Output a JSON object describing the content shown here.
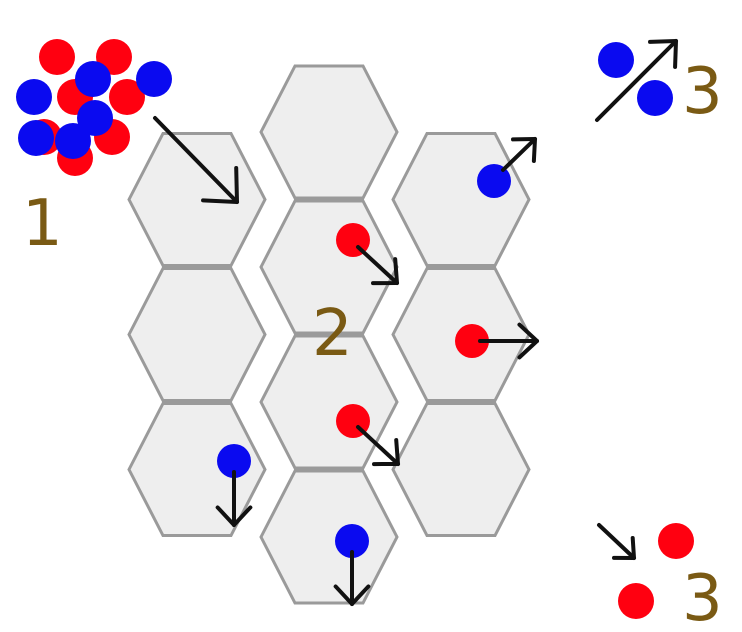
{
  "diagram": {
    "labels": {
      "step1": "1",
      "step2": "2",
      "step3_top": "3",
      "step3_bottom": "3"
    },
    "colors": {
      "hex_fill": "#eeeeee",
      "hex_stroke": "#9a9a9a",
      "red_particle": "#ff0010",
      "blue_particle": "#0a0af0",
      "arrow": "#111111",
      "label": "#7a5a14"
    },
    "hexagons": [
      {
        "row": 0,
        "col": 1,
        "particle": null
      },
      {
        "row": 1,
        "col": 0,
        "particle": null
      },
      {
        "row": 1,
        "col": 2,
        "particle": "blue"
      },
      {
        "row": 2,
        "col": 1,
        "particle": "red"
      },
      {
        "row": 3,
        "col": 0,
        "particle": null
      },
      {
        "row": 3,
        "col": 2,
        "particle": "red"
      },
      {
        "row": 4,
        "col": 1,
        "particle": "red"
      },
      {
        "row": 5,
        "col": 0,
        "particle": "blue"
      },
      {
        "row": 5,
        "col": 2,
        "particle": null
      },
      {
        "row": 6,
        "col": 1,
        "particle": "blue"
      }
    ],
    "arrow_directions": {
      "initial": "down-right",
      "hex_blue_top": "up-right",
      "hex_red_upper": "down-right",
      "hex_red_right": "right",
      "hex_red_lower": "down-right",
      "hex_blue_left": "down",
      "hex_blue_bottom": "down",
      "exit_top": "up-right",
      "exit_bottom": "down-right"
    },
    "outgoing_particles": {
      "top_right": [
        "blue",
        "blue"
      ],
      "bottom_right": [
        "red",
        "red"
      ]
    }
  }
}
